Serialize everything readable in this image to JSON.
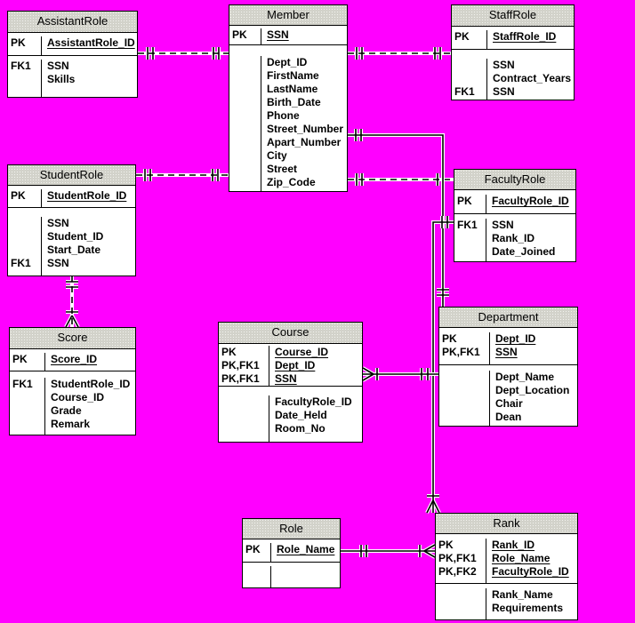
{
  "diagram": {
    "type": "entity-relationship",
    "background_color": "#FF00FF",
    "entity_fill": "#FFFFFF",
    "entity_header_color": "#D2D2CA",
    "line_color": "#000000"
  },
  "entities": {
    "assistant": {
      "title": "AssistantRole",
      "pk": {
        "keys": [
          "PK"
        ],
        "names": [
          "AssistantRole_ID"
        ]
      },
      "attrs": {
        "keys": [
          "FK1",
          ""
        ],
        "names": [
          "SSN",
          "Skills"
        ]
      }
    },
    "member": {
      "title": "Member",
      "pk": {
        "keys": [
          "PK"
        ],
        "names": [
          "SSN"
        ]
      },
      "attrs": {
        "keys": [
          "",
          "",
          "",
          "",
          "",
          "",
          "",
          "",
          "",
          ""
        ],
        "names": [
          "Dept_ID",
          "FirstName",
          "LastName",
          "Birth_Date",
          "Phone",
          "Street_Number",
          "Apart_Number",
          "City",
          "Street",
          "Zip_Code"
        ]
      }
    },
    "staff": {
      "title": "StaffRole",
      "pk": {
        "keys": [
          "PK"
        ],
        "names": [
          "StaffRole_ID"
        ]
      },
      "attrs": {
        "keys": [
          "",
          "",
          "FK1"
        ],
        "names": [
          "SSN",
          "Contract_Years",
          "SSN"
        ]
      }
    },
    "student": {
      "title": "StudentRole",
      "pk": {
        "keys": [
          "PK"
        ],
        "names": [
          "StudentRole_ID"
        ]
      },
      "attrs": {
        "keys": [
          "",
          "",
          "",
          "FK1"
        ],
        "names": [
          "SSN",
          "Student_ID",
          "Start_Date",
          "SSN"
        ]
      }
    },
    "faculty": {
      "title": "FacultyRole",
      "pk": {
        "keys": [
          "PK"
        ],
        "names": [
          "FacultyRole_ID"
        ]
      },
      "attrs": {
        "keys": [
          "FK1",
          "",
          ""
        ],
        "names": [
          "SSN",
          "Rank_ID",
          "Date_Joined"
        ]
      }
    },
    "score": {
      "title": "Score",
      "pk": {
        "keys": [
          "PK"
        ],
        "names": [
          "Score_ID"
        ]
      },
      "attrs": {
        "keys": [
          "FK1",
          "",
          "",
          ""
        ],
        "names": [
          "StudentRole_ID",
          "Course_ID",
          "Grade",
          "Remark"
        ]
      }
    },
    "course": {
      "title": "Course",
      "pk": {
        "keys": [
          "PK",
          "PK,FK1",
          "PK,FK1"
        ],
        "names": [
          "Course_ID",
          "Dept_ID",
          "SSN"
        ]
      },
      "attrs": {
        "keys": [
          "",
          "",
          ""
        ],
        "names": [
          "FacultyRole_ID",
          "Date_Held",
          "Room_No"
        ]
      }
    },
    "department": {
      "title": "Department",
      "pk": {
        "keys": [
          "PK",
          "PK,FK1"
        ],
        "names": [
          "Dept_ID",
          "SSN"
        ]
      },
      "attrs": {
        "keys": [
          "",
          "",
          "",
          ""
        ],
        "names": [
          "Dept_Name",
          "Dept_Location",
          "Chair",
          "Dean"
        ]
      }
    },
    "role": {
      "title": "Role",
      "pk": {
        "keys": [
          "PK"
        ],
        "names": [
          "Role_Name"
        ]
      },
      "attrs": {
        "keys": [
          ""
        ],
        "names": [
          ""
        ]
      }
    },
    "rank": {
      "title": "Rank",
      "pk": {
        "keys": [
          "PK",
          "PK,FK1",
          "PK,FK2"
        ],
        "names": [
          "Rank_ID",
          "Role_Name",
          "FacultyRole_ID"
        ]
      },
      "attrs": {
        "keys": [
          "",
          ""
        ],
        "names": [
          "Rank_Name",
          "Requirements"
        ]
      }
    }
  },
  "relationships": [
    {
      "from": "AssistantRole",
      "to": "Member",
      "line": "dashed",
      "from_end": "one",
      "to_end": "one"
    },
    {
      "from": "Member",
      "to": "StaffRole",
      "line": "dashed",
      "from_end": "one",
      "to_end": "one"
    },
    {
      "from": "StudentRole",
      "to": "Member",
      "line": "dashed",
      "from_end": "one",
      "to_end": "one"
    },
    {
      "from": "Member",
      "to": "FacultyRole",
      "line": "dashed",
      "from_end": "one",
      "to_end": "one"
    },
    {
      "from": "Member",
      "to": "Department",
      "line": "solid",
      "from_end": "one",
      "to_end": "one"
    },
    {
      "from": "FacultyRole",
      "to": "Rank",
      "line": "solid",
      "from_end": "one",
      "to_end": "many"
    },
    {
      "from": "Course",
      "to": "Department",
      "line": "solid",
      "from_end": "many",
      "to_end": "one"
    },
    {
      "from": "Role",
      "to": "Rank",
      "line": "solid",
      "from_end": "one",
      "to_end": "many"
    },
    {
      "from": "StudentRole",
      "to": "Score",
      "line": "dashed",
      "from_end": "one",
      "to_end": "many"
    }
  ]
}
